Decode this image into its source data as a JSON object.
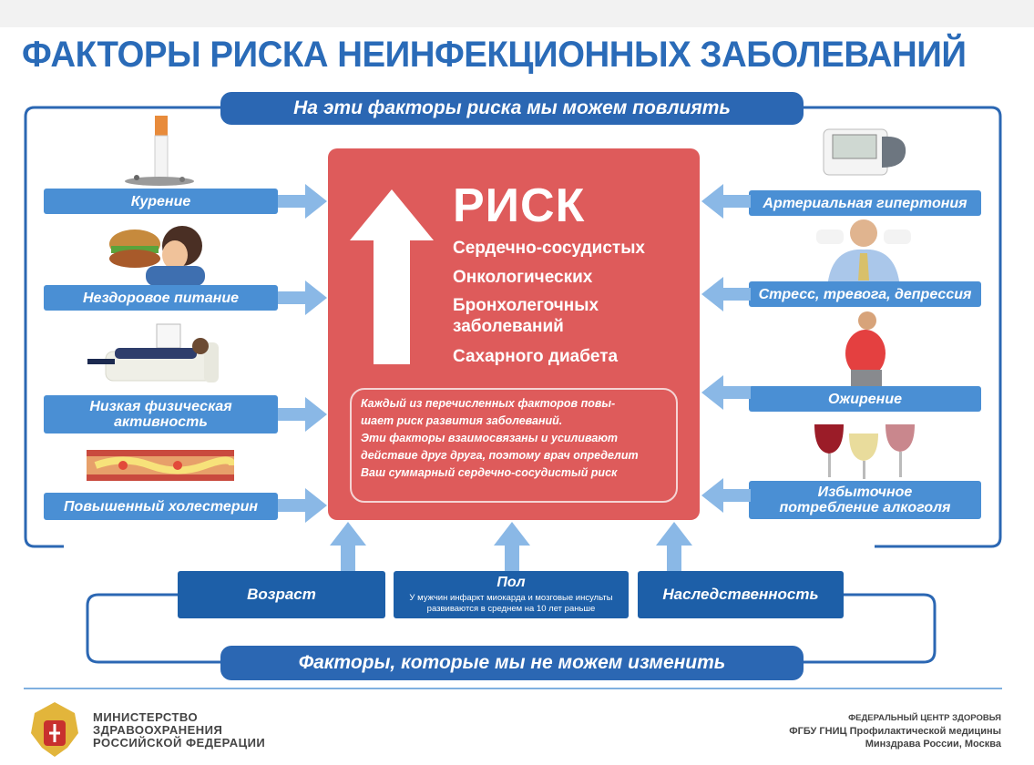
{
  "title": "ФАКТОРЫ РИСКА НЕИНФЕКЦИОННЫХ ЗАБОЛЕВАНИЙ",
  "top_banner": "На эти факторы риска мы можем повлиять",
  "bottom_banner": "Факторы, которые мы не можем изменить",
  "left_factors": [
    "Курение",
    "Нездоровое питание",
    "Низкая физическая\nактивность",
    "Повышенный холестерин"
  ],
  "right_factors": [
    "Артериальная гипертония",
    "Стресс, тревога, депрессия",
    "Ожирение",
    "Избыточное\nпотребление алкоголя"
  ],
  "risk": {
    "heading": "РИСК",
    "items": [
      "Сердечно-сосудистых",
      "Онкологических",
      "Бронхолегочных\nзаболеваний",
      "Сахарного диабета"
    ],
    "note_lines": [
      "Каждый из перечисленных факторов повы-",
      "шает риск развития заболеваний.",
      "Эти факторы взаимосвязаны и усиливают",
      "действие друг друга, поэтому врач определит",
      "Ваш суммарный сердечно-сосудистый риск"
    ]
  },
  "fixed_factors": {
    "age": "Возраст",
    "sex": "Пол",
    "sex_note": "У мужчин инфаркт миокарда и мозговые инсульты\nразвиваются в среднем на 10 лет раньше",
    "heredity": "Наследственность"
  },
  "footer": {
    "ministry_lines": [
      "МИНИСТЕРСТВО",
      "ЗДРАВООХРАНЕНИЯ",
      "РОССИЙСКОЙ ФЕДЕРАЦИИ"
    ],
    "center_lines": [
      "ФЕДЕРАЛЬНЫЙ ЦЕНТР ЗДОРОВЬЯ",
      "ФГБУ ГНИЦ Профилактической медицины",
      "Минздрава России,  Москва"
    ]
  },
  "colors": {
    "title": "#2a6bb8",
    "banner": "#2b67b3",
    "label": "#4a8fd4",
    "arrow": "#8ab8e6",
    "risk_box": "#de5b5b"
  }
}
